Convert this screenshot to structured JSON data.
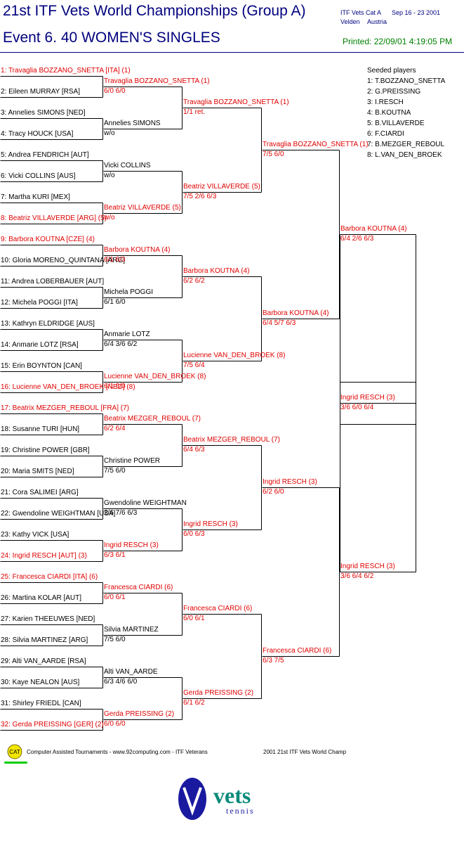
{
  "header": {
    "title": "21st ITF Vets World Championships (Group A)",
    "event": "Event 6. 40 WOMEN'S SINGLES",
    "cat_line": "ITF Vets Cat A",
    "dates": "Sep 16 - 23 2001",
    "city": "Velden",
    "country": "Austria",
    "printed": "Printed: 22/09/01 4:19:05 PM"
  },
  "colors": {
    "red": "#e00000",
    "black": "#000000",
    "navy": "#00007f",
    "green": "#008000"
  },
  "seeded": {
    "title": "Seeded players",
    "items": [
      "1: T.BOZZANO_SNETTA",
      "2: G.PREISSING",
      "3: I.RESCH",
      "4: B.KOUTNA",
      "5: B.VILLAVERDE",
      "6: F.CIARDI",
      "7: B.MEZGER_REBOUL",
      "8: L.VAN_DEN_BROEK"
    ]
  },
  "draw": {
    "round1": [
      {
        "name": "1: Travaglia BOZZANO_SNETTA [ITA] (1)",
        "seed": true
      },
      {
        "name": "2: Eileen MURRAY [RSA]",
        "seed": false
      },
      {
        "name": "3: Annelies SIMONS [NED]",
        "seed": false
      },
      {
        "name": "4: Tracy HOUCK [USA]",
        "seed": false
      },
      {
        "name": "5: Andrea FENDRICH [AUT]",
        "seed": false
      },
      {
        "name": "6: Vicki COLLINS [AUS]",
        "seed": false
      },
      {
        "name": "7: Martha KURI [MEX]",
        "seed": false
      },
      {
        "name": "8: Beatriz VILLAVERDE [ARG] (5)",
        "seed": true
      },
      {
        "name": "9: Barbora KOUTNA [CZE] (4)",
        "seed": true
      },
      {
        "name": "10: Gloria MORENO_QUINTANA [ARG]",
        "seed": false
      },
      {
        "name": "11: Andrea LOBERBAUER [AUT]",
        "seed": false
      },
      {
        "name": "12: Michela POGGI [ITA]",
        "seed": false
      },
      {
        "name": "13: Kathryn ELDRIDGE [AUS]",
        "seed": false
      },
      {
        "name": "14: Anmarie LOTZ [RSA]",
        "seed": false
      },
      {
        "name": "15: Erin BOYNTON [CAN]",
        "seed": false
      },
      {
        "name": "16: Lucienne VAN_DEN_BROEK [NED] (8)",
        "seed": true
      },
      {
        "name": "17: Beatrix MEZGER_REBOUL [FRA] (7)",
        "seed": true
      },
      {
        "name": "18: Susanne TURI [HUN]",
        "seed": false
      },
      {
        "name": "19: Christine POWER [GBR]",
        "seed": false
      },
      {
        "name": "20: Maria SMITS [NED]",
        "seed": false
      },
      {
        "name": "21: Cora SALIMEI [ARG]",
        "seed": false
      },
      {
        "name": "22: Gwendoline WEIGHTMAN [USA]",
        "seed": false
      },
      {
        "name": "23: Kathy VICK [USA]",
        "seed": false
      },
      {
        "name": "24: Ingrid RESCH [AUT] (3)",
        "seed": true
      },
      {
        "name": "25: Francesca CIARDI [ITA] (6)",
        "seed": true
      },
      {
        "name": "26: Martina KOLAR [AUT]",
        "seed": false
      },
      {
        "name": "27: Karien THEEUWES [NED]",
        "seed": false
      },
      {
        "name": "28: Silvia MARTINEZ [ARG]",
        "seed": false
      },
      {
        "name": "29: Alti VAN_AARDE [RSA]",
        "seed": false
      },
      {
        "name": "30: Kaye NEALON [AUS]",
        "seed": false
      },
      {
        "name": "31: Shirley FRIEDL [CAN]",
        "seed": false
      },
      {
        "name": "32: Gerda PREISSING [GER] (2)",
        "seed": true
      }
    ],
    "round2": [
      {
        "name": "Travaglia BOZZANO_SNETTA (1)",
        "score": "6/0 6/0",
        "seed": true
      },
      {
        "name": "Annelies SIMONS",
        "score": "w/o",
        "seed": false
      },
      {
        "name": "Vicki COLLINS",
        "score": "w/o",
        "seed": false
      },
      {
        "name": "Beatriz VILLAVERDE (5)",
        "score": "w/o",
        "seed": true
      },
      {
        "name": "Barbora KOUTNA (4)",
        "score": "6/1 6/3",
        "seed": true
      },
      {
        "name": "Michela POGGI",
        "score": "6/1 6/0",
        "seed": false
      },
      {
        "name": "Anmarie LOTZ",
        "score": "6/4 3/6 6/2",
        "seed": false
      },
      {
        "name": "Lucienne VAN_DEN_BROEK (8)",
        "score": "6/1 6/0",
        "seed": true
      },
      {
        "name": "Beatrix MEZGER_REBOUL (7)",
        "score": "6/2 6/4",
        "seed": true
      },
      {
        "name": "Christine POWER",
        "score": "7/5 6/0",
        "seed": false
      },
      {
        "name": "Gwendoline WEIGHTMAN",
        "score": "2/6 7/6 6/3",
        "seed": false
      },
      {
        "name": "Ingrid RESCH (3)",
        "score": "6/3 6/1",
        "seed": true
      },
      {
        "name": "Francesca CIARDI (6)",
        "score": "6/0 6/1",
        "seed": true
      },
      {
        "name": "Silvia MARTINEZ",
        "score": "7/5 6/0",
        "seed": false
      },
      {
        "name": "Alti VAN_AARDE",
        "score": "6/3 4/6 6/0",
        "seed": false
      },
      {
        "name": "Gerda PREISSING (2)",
        "score": "6/0 6/0",
        "seed": true
      }
    ],
    "round3": [
      {
        "name": "Travaglia BOZZANO_SNETTA (1)",
        "score": "1/1 ret.",
        "seed": true
      },
      {
        "name": "Beatriz VILLAVERDE (5)",
        "score": "7/5 2/6 6/3",
        "seed": true
      },
      {
        "name": "Barbora KOUTNA (4)",
        "score": "6/2 6/2",
        "seed": true
      },
      {
        "name": "Lucienne VAN_DEN_BROEK (8)",
        "score": "7/5 6/4",
        "seed": true
      },
      {
        "name": "Beatrix MEZGER_REBOUL (7)",
        "score": "6/4 6/3",
        "seed": true
      },
      {
        "name": "Ingrid RESCH (3)",
        "score": "6/0 6/3",
        "seed": true
      },
      {
        "name": "Francesca CIARDI (6)",
        "score": "6/0 6/1",
        "seed": true
      },
      {
        "name": "Gerda PREISSING (2)",
        "score": "6/1 6/2",
        "seed": true
      }
    ],
    "round4": [
      {
        "name": "Travaglia BOZZANO_SNETTA (1)",
        "score": "7/5 6/0",
        "seed": true
      },
      {
        "name": "Barbora KOUTNA (4)",
        "score": "6/4 5/7 6/3",
        "seed": true
      },
      {
        "name": "Ingrid RESCH (3)",
        "score": "6/2 6/0",
        "seed": true
      },
      {
        "name": "Francesca CIARDI (6)",
        "score": "6/3 7/5",
        "seed": true
      }
    ],
    "round5": [
      {
        "name": "Barbora KOUTNA (4)",
        "score": "6/4 2/6 6/3",
        "seed": true
      },
      {
        "name": "Ingrid RESCH (3)",
        "score": "3/6 6/4 6/2",
        "seed": true
      }
    ],
    "final": [
      {
        "name": "Ingrid RESCH (3)",
        "score": "3/6 6/0 6/4",
        "seed": true
      }
    ]
  },
  "footer": {
    "cat_badge": "CAT",
    "credit": "Computer Assisted Tournaments - www.92computing.com -  ITF Veterans",
    "event_name": "2001 21st ITF Vets World Champ",
    "logo_word": "vets",
    "logo_sub": "tennis",
    "logo_letter": "v"
  }
}
